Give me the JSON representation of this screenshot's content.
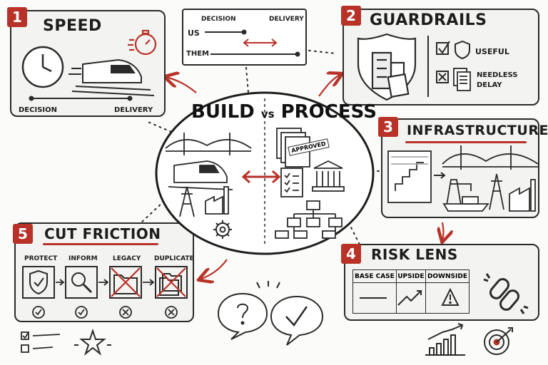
{
  "panels": {
    "speed": {
      "number": "1",
      "title": "SPEED",
      "start_label": "DECISION",
      "end_label": "DELIVERY"
    },
    "guardrails": {
      "number": "2",
      "title": "GUARDRAILS",
      "useful": "USEFUL",
      "needless": "NEEDLESS",
      "delay": "DELAY"
    },
    "infrastructure": {
      "number": "3",
      "title": "INFRASTRUCTURE"
    },
    "risk": {
      "number": "4",
      "title": "RISK LENS",
      "columns": [
        "BASE CASE",
        "UPSIDE",
        "DOWNSIDE"
      ]
    },
    "friction": {
      "number": "5",
      "title": "CUT FRICTION",
      "steps": [
        "PROTECT",
        "INFORM",
        "LEGACY",
        "DUPLICATE"
      ]
    }
  },
  "comparison": {
    "decision": "DECISION",
    "delivery": "DELIVERY",
    "us": "US",
    "them": "THEM"
  },
  "center": {
    "left": "BUILD",
    "vs": "vs",
    "right": "PROCESS",
    "stamp": "APPROVED"
  },
  "colors": {
    "accent": "#b83228",
    "ink": "#2b2b2b",
    "panel": "#f3f3f1"
  }
}
